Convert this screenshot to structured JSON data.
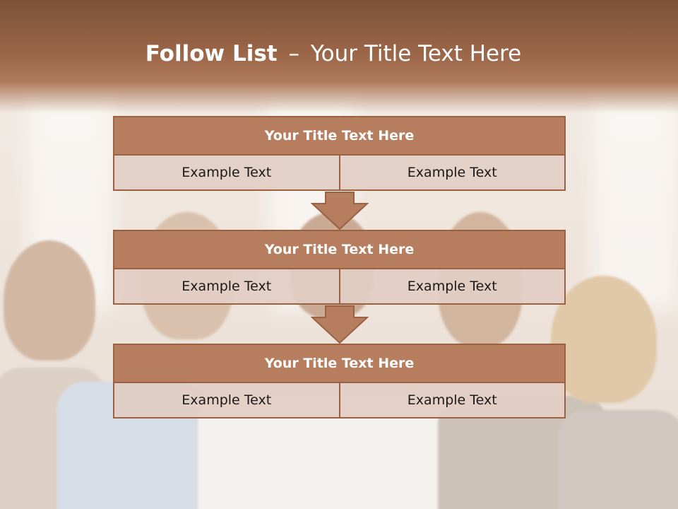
{
  "slide": {
    "title_bold": "Follow List",
    "title_separator": "–",
    "title_rest": "Your Title Text Here"
  },
  "blocks": [
    {
      "title": "Your Title Text Here",
      "cells": [
        "Example Text",
        "Example Text"
      ]
    },
    {
      "title": "Your Title Text Here",
      "cells": [
        "Example Text",
        "Example Text"
      ]
    },
    {
      "title": "Your Title Text Here",
      "cells": [
        "Example Text",
        "Example Text"
      ]
    }
  ],
  "colors": {
    "header_brown": "#9a6447",
    "block_title": "#b67e5e",
    "block_border": "#9b6143",
    "cell_fill": "#e2cec4"
  }
}
